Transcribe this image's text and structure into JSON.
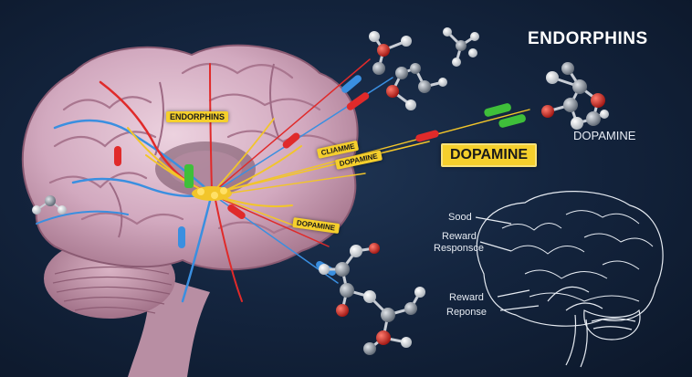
{
  "title": "ENDORPHINS",
  "molecule_label_top_right": "DOPAMINE",
  "brain_tags": {
    "endorphins": "ENDORPHINS",
    "cliamme": "CLIAMME",
    "dopamine_small": "DOPAMINE",
    "dopamine_big": "DOPAMINE",
    "dopamine_lower": "DOPAMINE"
  },
  "sketch_labels": {
    "sood": "Sood",
    "reward_1": "Reward",
    "responsce": "Responsce",
    "reward_2": "Reward",
    "reponse": "Reponse"
  },
  "colors": {
    "background": "#14253f",
    "brain": "#d8b3c6",
    "tag": "#f5cf2c",
    "pathway_red": "#e02a2a",
    "pathway_blue": "#3a8fe0",
    "pathway_yellow": "#f2c52a",
    "pathway_green": "#3fbf3a"
  }
}
